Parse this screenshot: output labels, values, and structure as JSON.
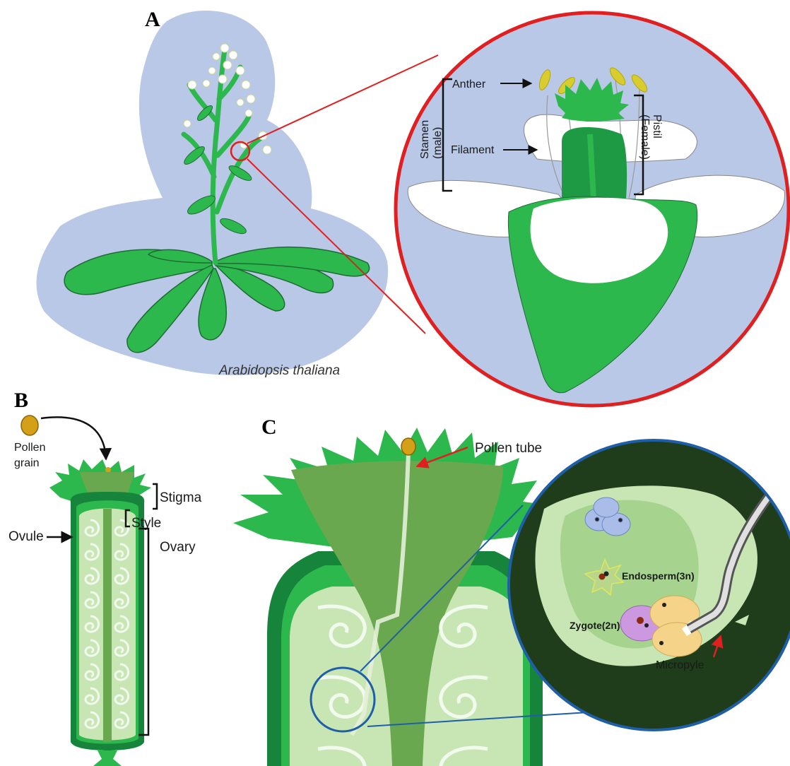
{
  "panels": {
    "a": {
      "letter": "A",
      "species": "Arabidopsis thaliana",
      "stamen": "Stamen",
      "stamen_sub": "(male)",
      "anther": "Anther",
      "filament": "Filament",
      "pistil": "Pistil",
      "pistil_sub": "(Female)"
    },
    "b": {
      "letter": "B",
      "pollen_line1": "Pollen",
      "pollen_line2": "grain",
      "stigma": "Stigma",
      "style": "Style",
      "ovule": "Ovule",
      "ovary": "Ovary"
    },
    "c": {
      "letter": "C",
      "pollen_tube": "Pollen tube",
      "endosperm": "Endosperm(3n)",
      "zygote": "Zygote(2n)",
      "micropyle": "Micropyle"
    }
  },
  "colors": {
    "plant_green": "#2db84d",
    "dark_green": "#16843a",
    "pistil_olive": "#6aa84f",
    "ovary_light": "#c8e6b4",
    "bg_blue": "#b8c8e6",
    "zoom_red": "#e02020",
    "zoom_blue": "#1f5ea8",
    "arrow_red": "#e02020",
    "pollen_gold": "#d4a017"
  }
}
